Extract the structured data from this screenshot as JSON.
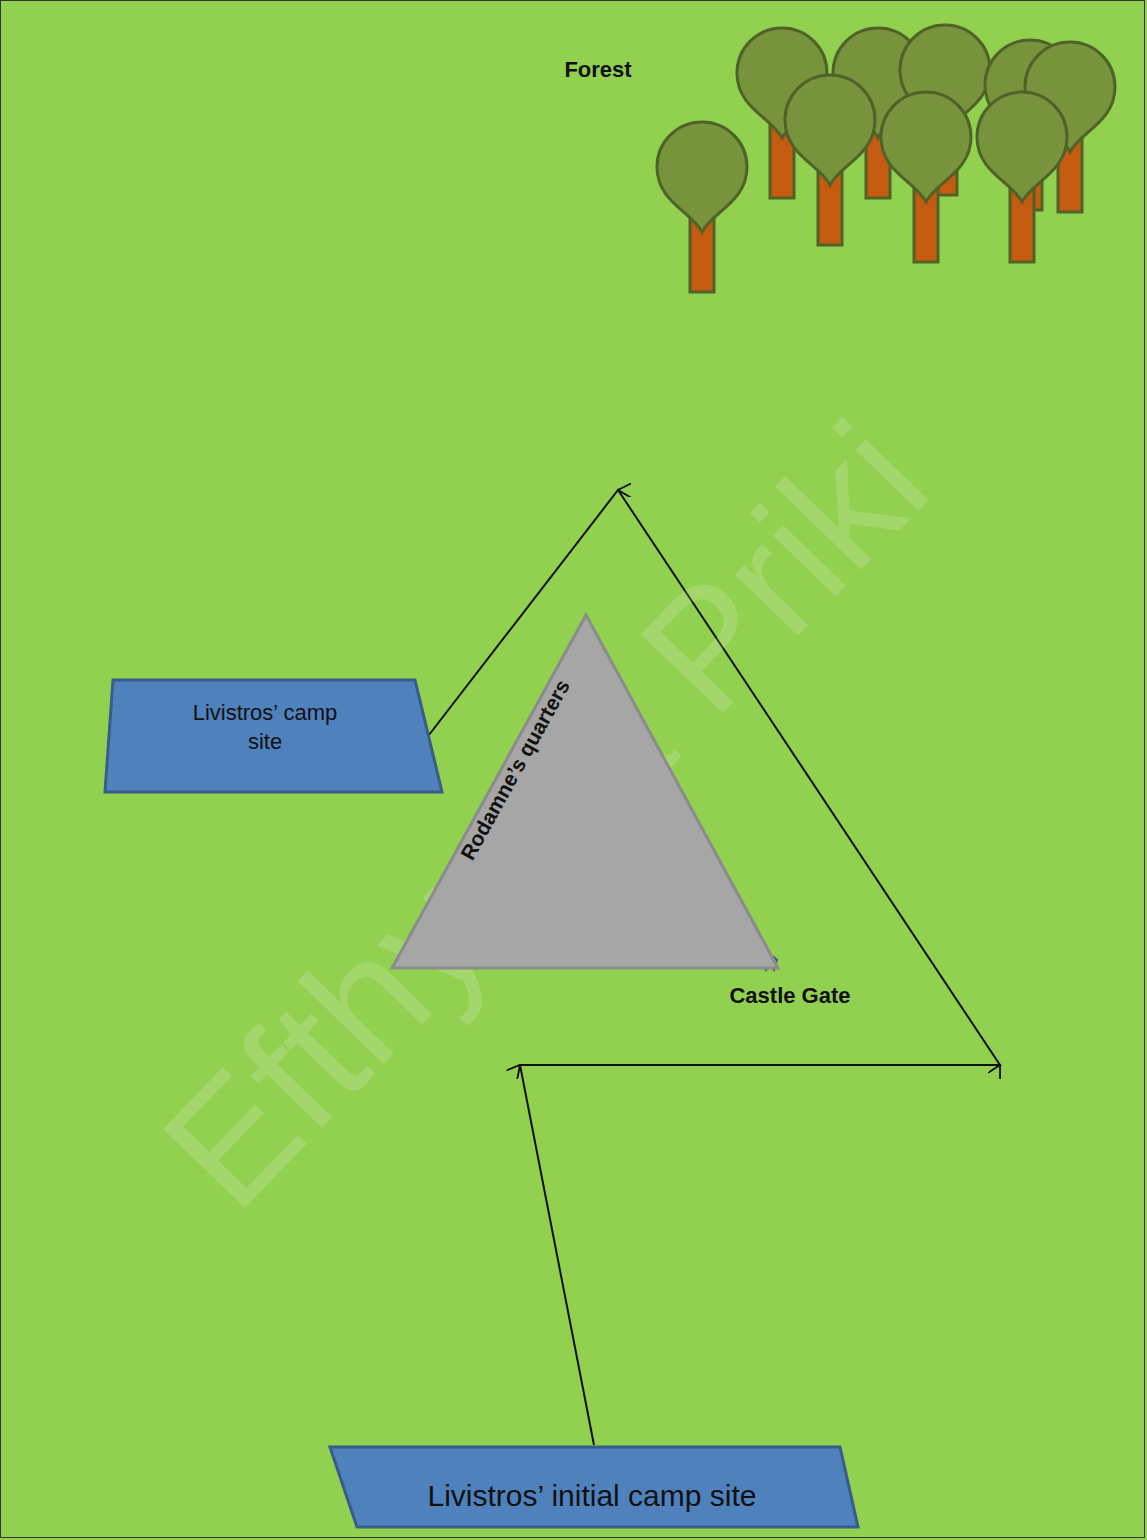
{
  "diagram": {
    "nodes": [
      {
        "text": [
          "Livistros’ camp site"
        ]
      },
      {
        "text": [
          "Rodamne’s quarters"
        ]
      },
      {
        "text": [
          "Livistros’ initial camp site"
        ]
      }
    ],
    "edges": [
      {
        "from": 2,
        "to": 0,
        "arrow": "to"
      }
    ],
    "labels": [
      "Forest",
      "Castle Gate",
      "Efthymia Priki"
    ]
  }
}
